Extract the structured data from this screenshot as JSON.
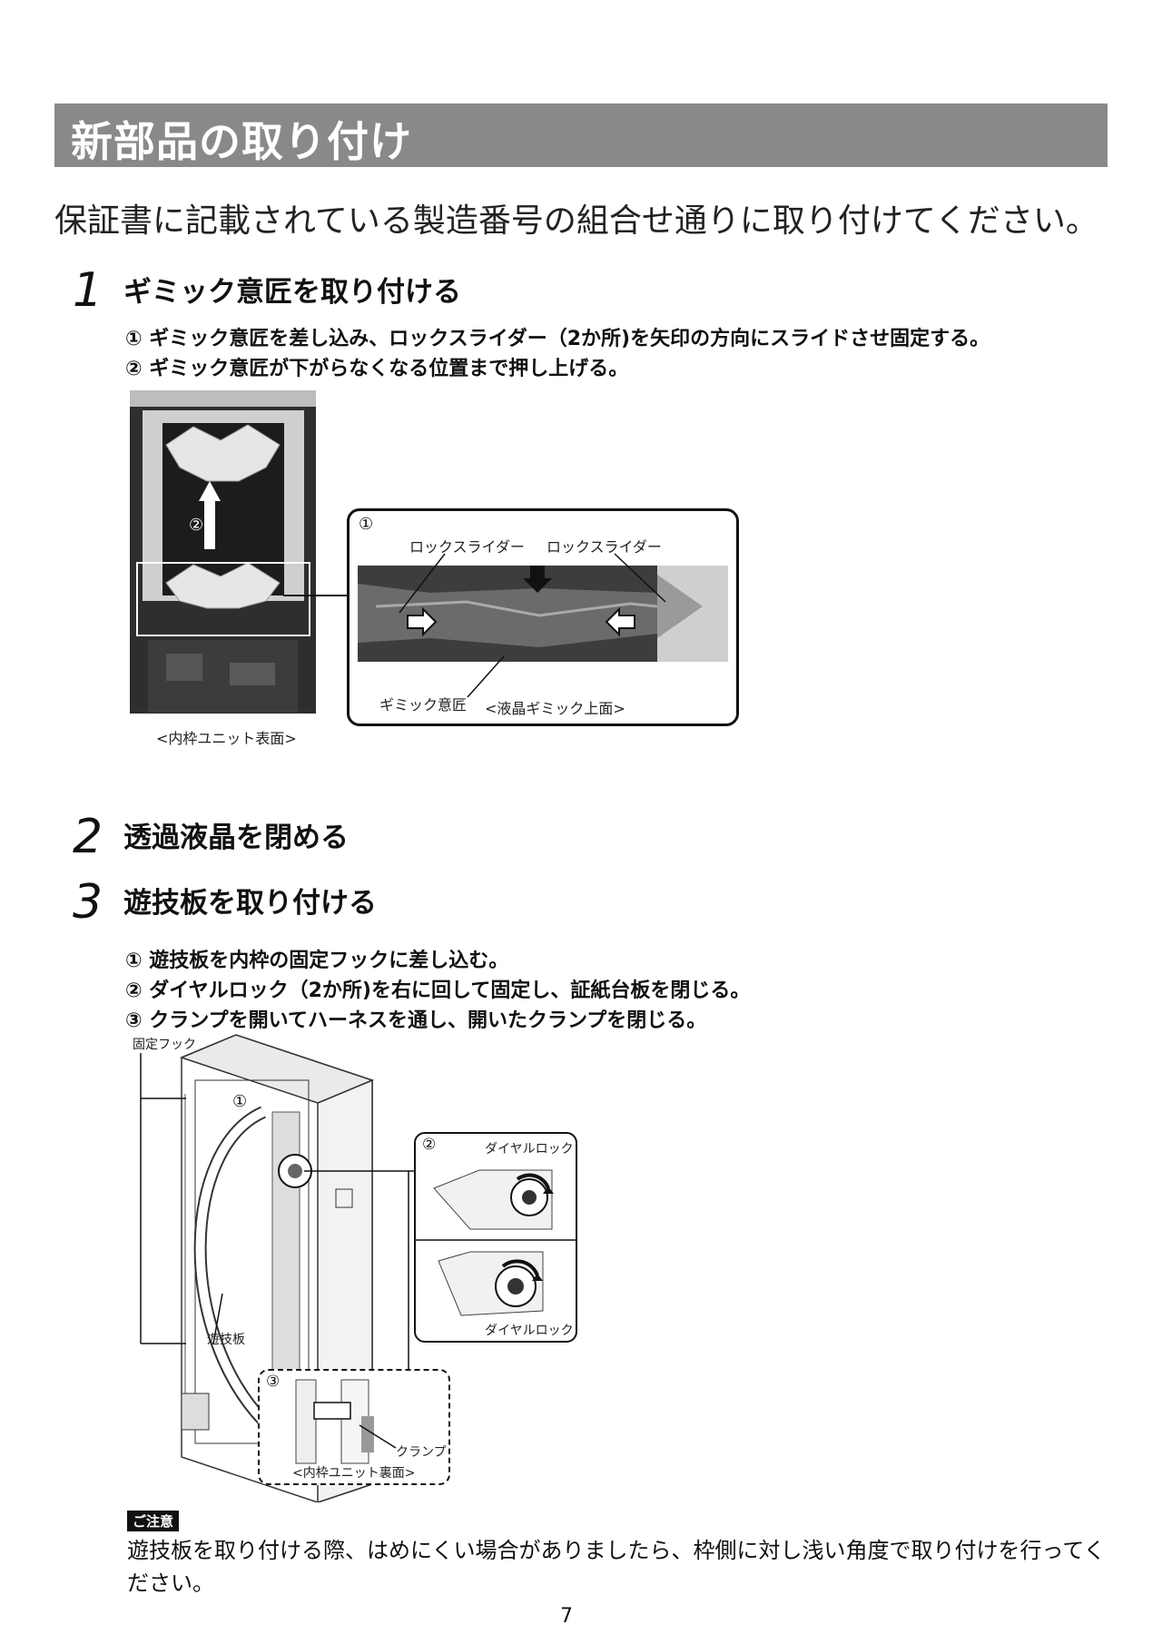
{
  "header": {
    "title": "新部品の取り付け"
  },
  "intro": "保証書に記載されている製造番号の組合せ通りに取り付けてください。",
  "steps": [
    {
      "number": "1",
      "title": "ギミック意匠を取り付ける",
      "subs": [
        "① ギミック意匠を差し込み、ロックスライダー（2か所)を矢印の方向にスライドさせ固定する。",
        "② ギミック意匠が下がらなくなる位置まで押し上げる。"
      ],
      "figure": {
        "photo_marker": "②",
        "photo_caption": "<内枠ユニット表面>",
        "detail_marker": "①",
        "label_left": "ロックスライダー",
        "label_right": "ロックスライダー",
        "label_gimmick": "ギミック意匠",
        "detail_caption": "<液晶ギミック上面>"
      }
    },
    {
      "number": "2",
      "title": "透過液晶を閉める"
    },
    {
      "number": "3",
      "title": "遊技板を取り付ける",
      "subs": [
        "① 遊技板を内枠の固定フックに差し込む。",
        "② ダイヤルロック（2か所)を右に回して固定し、証紙台板を閉じる。",
        "③ クランプを開いてハーネスを通し、開いたクランプを閉じる。"
      ],
      "figure": {
        "label_hook": "固定フック",
        "label_board": "遊技板",
        "marker1": "①",
        "marker2": "②",
        "label_dial_top": "ダイヤルロック",
        "label_dial_bottom": "ダイヤルロック",
        "marker3": "③",
        "label_clamp": "クランプ",
        "caption_back": "<内枠ユニット裏面>"
      }
    }
  ],
  "note": {
    "badge": "ご注意",
    "text": "遊技板を取り付ける際、はめにくい場合がありましたら、枠側に対し浅い角度で取り付けを行ってください。"
  },
  "page_number": "7"
}
